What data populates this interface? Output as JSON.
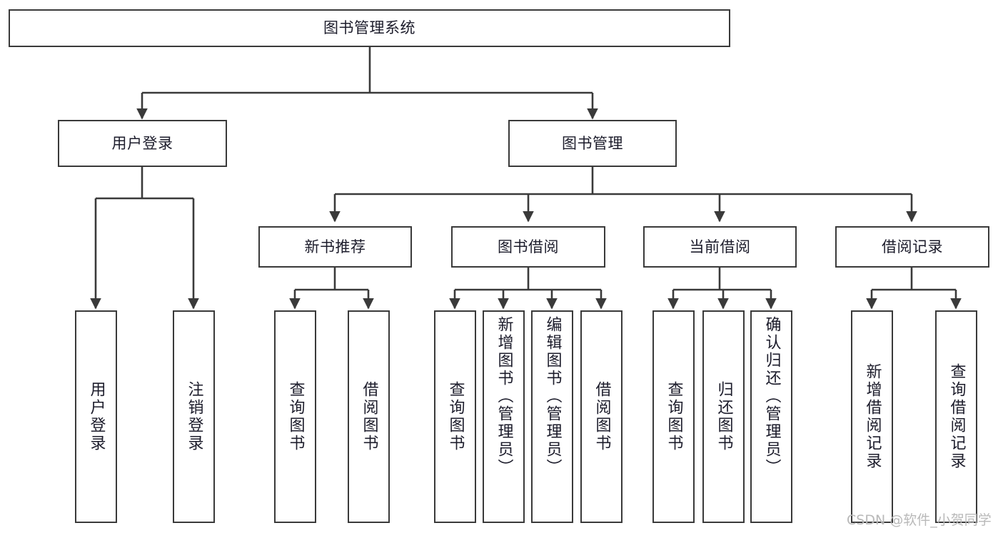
{
  "diagram": {
    "title_node": {
      "label": "图书管理系统"
    },
    "level2": [
      {
        "id": "user-login",
        "label": "用户登录"
      },
      {
        "id": "book-manage",
        "label": "图书管理"
      }
    ],
    "level3": [
      {
        "id": "new-book-recommend",
        "label": "新书推荐"
      },
      {
        "id": "book-borrow",
        "label": "图书借阅"
      },
      {
        "id": "current-borrow",
        "label": "当前借阅"
      },
      {
        "id": "borrow-record",
        "label": "借阅记录"
      }
    ],
    "leaves": [
      {
        "id": "leaf-user-login",
        "label": "用户登录",
        "align": "centered"
      },
      {
        "id": "leaf-logout-login",
        "label": "注销登录",
        "align": "centered"
      },
      {
        "id": "leaf-query-book-1",
        "label": "查询图书",
        "align": "centered"
      },
      {
        "id": "leaf-borrow-book-1",
        "label": "借阅图书",
        "align": "centered"
      },
      {
        "id": "leaf-query-book-2",
        "label": "查询图书",
        "align": "centered"
      },
      {
        "id": "leaf-add-book-admin",
        "label": "新增图书（管理员）",
        "align": "top"
      },
      {
        "id": "leaf-edit-book-admin",
        "label": "编辑图书（管理员）",
        "align": "top"
      },
      {
        "id": "leaf-borrow-book-2",
        "label": "借阅图书",
        "align": "centered"
      },
      {
        "id": "leaf-query-book-3",
        "label": "查询图书",
        "align": "centered"
      },
      {
        "id": "leaf-return-book",
        "label": "归还图书",
        "align": "centered"
      },
      {
        "id": "leaf-confirm-return-admin",
        "label": "确认归还（管理员）",
        "align": "top"
      },
      {
        "id": "leaf-add-borrow-record",
        "label": "新增借阅记录",
        "align": "centered"
      },
      {
        "id": "leaf-query-borrow-record",
        "label": "查询借阅记录",
        "align": "centered"
      }
    ],
    "watermark": "CSDN @软件_小贺同学",
    "colors": {
      "stroke": "#3a3a3a",
      "background": "#ffffff",
      "text": "#1c1c2b",
      "watermark": "#b9b9b9"
    }
  },
  "chart_data": {
    "type": "tree-diagram",
    "title": "图书管理系统",
    "root": "图书管理系统",
    "nodes": [
      {
        "level": 0,
        "label": "图书管理系统",
        "parent": null
      },
      {
        "level": 1,
        "label": "用户登录",
        "parent": "图书管理系统"
      },
      {
        "level": 1,
        "label": "图书管理",
        "parent": "图书管理系统"
      },
      {
        "level": 2,
        "label": "用户登录",
        "parent": "用户登录"
      },
      {
        "level": 2,
        "label": "注销登录",
        "parent": "用户登录"
      },
      {
        "level": 2,
        "label": "新书推荐",
        "parent": "图书管理"
      },
      {
        "level": 2,
        "label": "图书借阅",
        "parent": "图书管理"
      },
      {
        "level": 2,
        "label": "当前借阅",
        "parent": "图书管理"
      },
      {
        "level": 2,
        "label": "借阅记录",
        "parent": "图书管理"
      },
      {
        "level": 3,
        "label": "查询图书",
        "parent": "新书推荐"
      },
      {
        "level": 3,
        "label": "借阅图书",
        "parent": "新书推荐"
      },
      {
        "level": 3,
        "label": "查询图书",
        "parent": "图书借阅"
      },
      {
        "level": 3,
        "label": "新增图书（管理员）",
        "parent": "图书借阅"
      },
      {
        "level": 3,
        "label": "编辑图书（管理员）",
        "parent": "图书借阅"
      },
      {
        "level": 3,
        "label": "借阅图书",
        "parent": "图书借阅"
      },
      {
        "level": 3,
        "label": "查询图书",
        "parent": "当前借阅"
      },
      {
        "level": 3,
        "label": "归还图书",
        "parent": "当前借阅"
      },
      {
        "level": 3,
        "label": "确认归还（管理员）",
        "parent": "当前借阅"
      },
      {
        "level": 3,
        "label": "新增借阅记录",
        "parent": "借阅记录"
      },
      {
        "level": 3,
        "label": "查询借阅记录",
        "parent": "借阅记录"
      }
    ]
  }
}
